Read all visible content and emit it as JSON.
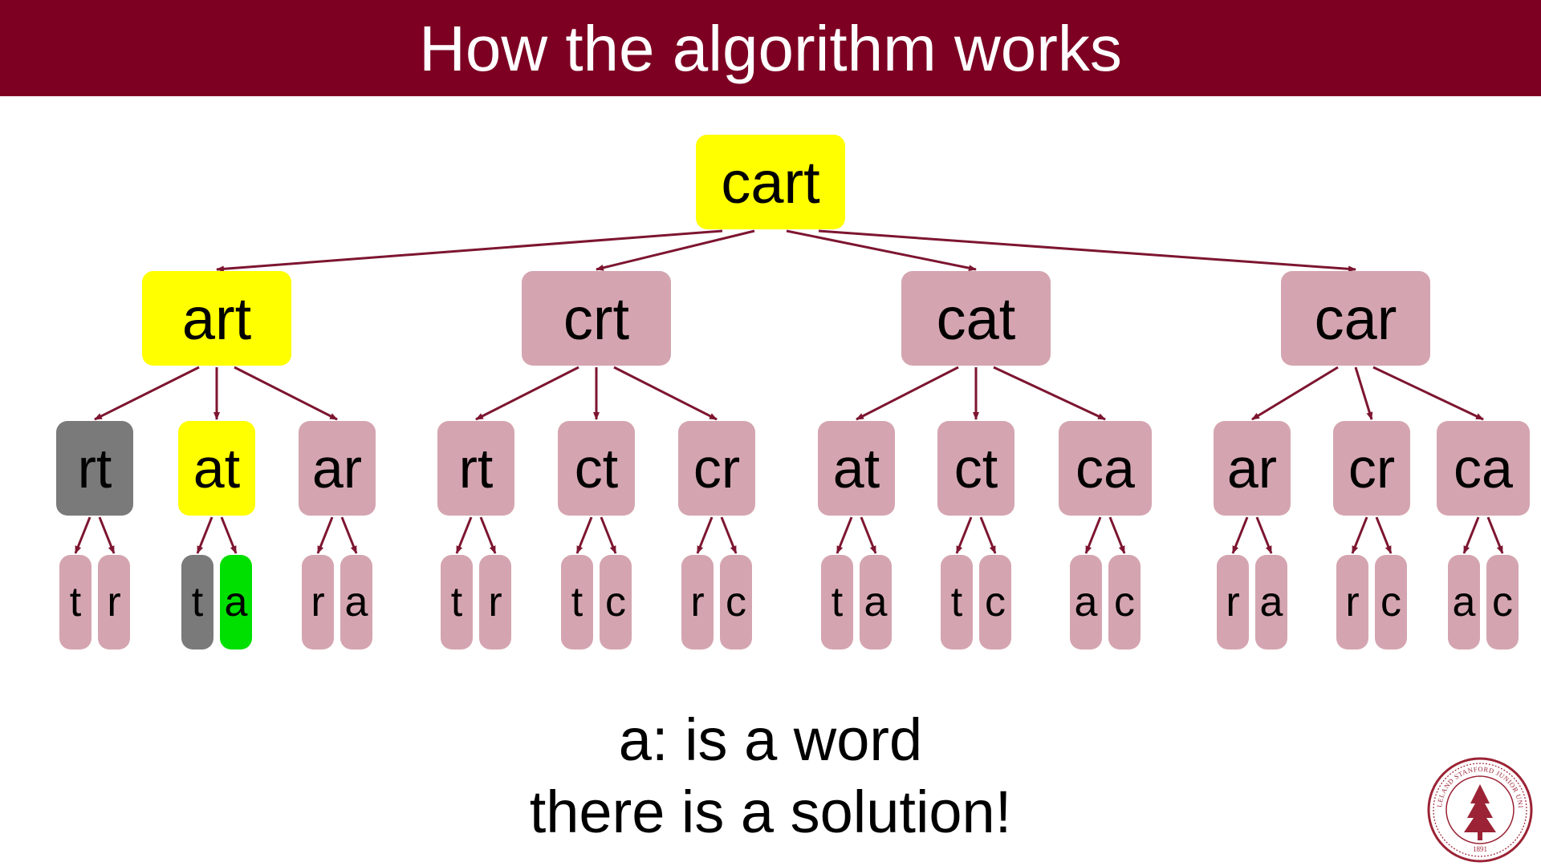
{
  "title": "How the algorithm works",
  "colors": {
    "title_bar": "#7d0023",
    "edge": "#7d1530",
    "default_node": "#d4a5b0",
    "current_path": "#ffff00",
    "dead_end": "#7a7a7a",
    "solution": "#00e000"
  },
  "tree": {
    "label": "cart",
    "state": "current_path",
    "children": [
      {
        "label": "art",
        "state": "current_path",
        "children": [
          {
            "label": "rt",
            "state": "dead_end",
            "children": [
              {
                "label": "t",
                "state": "default"
              },
              {
                "label": "r",
                "state": "default"
              }
            ]
          },
          {
            "label": "at",
            "state": "current_path",
            "children": [
              {
                "label": "t",
                "state": "dead_end"
              },
              {
                "label": "a",
                "state": "solution"
              }
            ]
          },
          {
            "label": "ar",
            "state": "default",
            "children": [
              {
                "label": "r",
                "state": "default"
              },
              {
                "label": "a",
                "state": "default"
              }
            ]
          }
        ]
      },
      {
        "label": "crt",
        "state": "default",
        "children": [
          {
            "label": "rt",
            "state": "default",
            "children": [
              {
                "label": "t",
                "state": "default"
              },
              {
                "label": "r",
                "state": "default"
              }
            ]
          },
          {
            "label": "ct",
            "state": "default",
            "children": [
              {
                "label": "t",
                "state": "default"
              },
              {
                "label": "c",
                "state": "default"
              }
            ]
          },
          {
            "label": "cr",
            "state": "default",
            "children": [
              {
                "label": "r",
                "state": "default"
              },
              {
                "label": "c",
                "state": "default"
              }
            ]
          }
        ]
      },
      {
        "label": "cat",
        "state": "default",
        "children": [
          {
            "label": "at",
            "state": "default",
            "children": [
              {
                "label": "t",
                "state": "default"
              },
              {
                "label": "a",
                "state": "default"
              }
            ]
          },
          {
            "label": "ct",
            "state": "default",
            "children": [
              {
                "label": "t",
                "state": "default"
              },
              {
                "label": "c",
                "state": "default"
              }
            ]
          },
          {
            "label": "ca",
            "state": "default",
            "children": [
              {
                "label": "a",
                "state": "default"
              },
              {
                "label": "c",
                "state": "default"
              }
            ]
          }
        ]
      },
      {
        "label": "car",
        "state": "default",
        "children": [
          {
            "label": "ar",
            "state": "default",
            "children": [
              {
                "label": "r",
                "state": "default"
              },
              {
                "label": "a",
                "state": "default"
              }
            ]
          },
          {
            "label": "cr",
            "state": "default",
            "children": [
              {
                "label": "r",
                "state": "default"
              },
              {
                "label": "c",
                "state": "default"
              }
            ]
          },
          {
            "label": "ca",
            "state": "default",
            "children": [
              {
                "label": "a",
                "state": "default"
              },
              {
                "label": "c",
                "state": "default"
              }
            ]
          }
        ]
      }
    ]
  },
  "caption": {
    "line1": "a: is a word",
    "line2": "there is a solution!"
  },
  "logo": {
    "name": "stanford-university-seal",
    "text": "LELAND STANFORD JUNIOR UNIVERSITY",
    "year": "1891"
  }
}
